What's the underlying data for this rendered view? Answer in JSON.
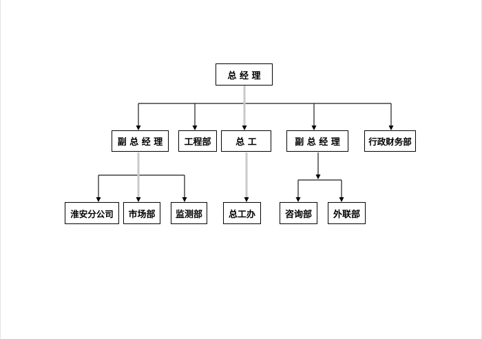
{
  "diagram": {
    "type": "org-chart",
    "nodes": {
      "gm": {
        "label": "总 经 理"
      },
      "dgm1": {
        "label": "副 总 经 理"
      },
      "eng": {
        "label": "工程部"
      },
      "chief": {
        "label": "总 工"
      },
      "dgm2": {
        "label": "副 总 经 理"
      },
      "admin": {
        "label": "行政财务部"
      },
      "huaian": {
        "label": "淮安分公司"
      },
      "market": {
        "label": "市场部"
      },
      "monitor": {
        "label": "监测部"
      },
      "choff": {
        "label": "总工办"
      },
      "consult": {
        "label": "咨询部"
      },
      "liaison": {
        "label": "外联部"
      }
    },
    "edges": [
      {
        "from": "gm",
        "to": "dgm1"
      },
      {
        "from": "gm",
        "to": "eng"
      },
      {
        "from": "gm",
        "to": "chief"
      },
      {
        "from": "gm",
        "to": "dgm2"
      },
      {
        "from": "gm",
        "to": "admin"
      },
      {
        "from": "dgm1",
        "to": "huaian"
      },
      {
        "from": "dgm1",
        "to": "market"
      },
      {
        "from": "dgm1",
        "to": "monitor"
      },
      {
        "from": "chief",
        "to": "choff"
      },
      {
        "from": "dgm2",
        "to": "consult"
      },
      {
        "from": "dgm2",
        "to": "liaison"
      }
    ],
    "colors": {
      "line": "#1a1a1a",
      "straight_connector": "#c9c9c9",
      "arrowhead": "#000000",
      "box_border": "#000000",
      "box_fill": "#ffffff",
      "text": "#000000"
    }
  }
}
